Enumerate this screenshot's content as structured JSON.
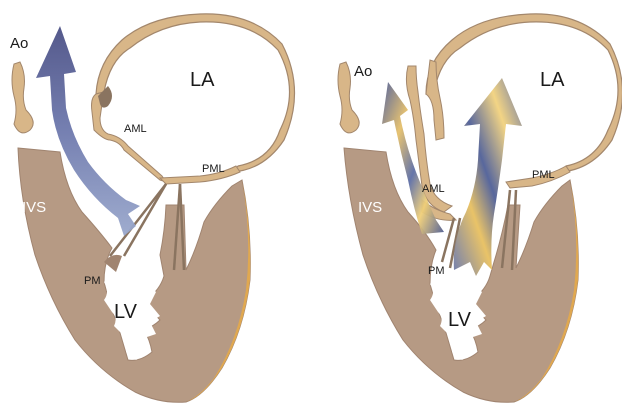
{
  "panels": [
    {
      "labels": {
        "ao": "Ao",
        "la": "LA",
        "aml": "AML",
        "pml": "PML",
        "ivs": "IVS",
        "pm": "PM",
        "lv": "LV"
      },
      "flow": "outflow-arrow"
    },
    {
      "labels": {
        "ao": "Ao",
        "la": "LA",
        "aml": "AML",
        "pml": "PML",
        "ivs": "IVS",
        "pm": "PM",
        "lv": "LV"
      },
      "flow": "regurgitant-jets"
    }
  ],
  "colors": {
    "myocardium": "#b69a84",
    "myocardium_edge": "#e0a850",
    "valve_tissue": "#d8b688",
    "valve_edge": "#a3876c",
    "outflow_arrow": "#6a74a8",
    "jet_blue": "#5d6ea6",
    "jet_yellow": "#e8c060"
  }
}
